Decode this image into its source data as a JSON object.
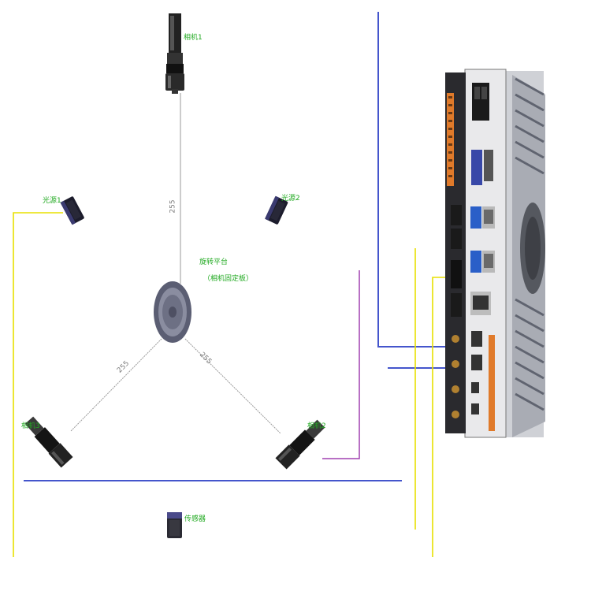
{
  "labels": {
    "camera_top": "相机1",
    "light_left": "光源1",
    "light_right": "光源2",
    "camera_left": "相机3",
    "camera_right": "相机2",
    "sensor_bottom": "传感器",
    "center_line1": "旋转平台",
    "center_line2": "（相机固定板）"
  },
  "dimensions": {
    "top": "255",
    "left": "255",
    "right": "255"
  },
  "colors": {
    "blue_cable": "#4455cc",
    "yellow_cable": "#e8e000",
    "purple_cable": "#a040b0",
    "label_green": "#22aa22",
    "pc_accent": "#e07a2a"
  }
}
